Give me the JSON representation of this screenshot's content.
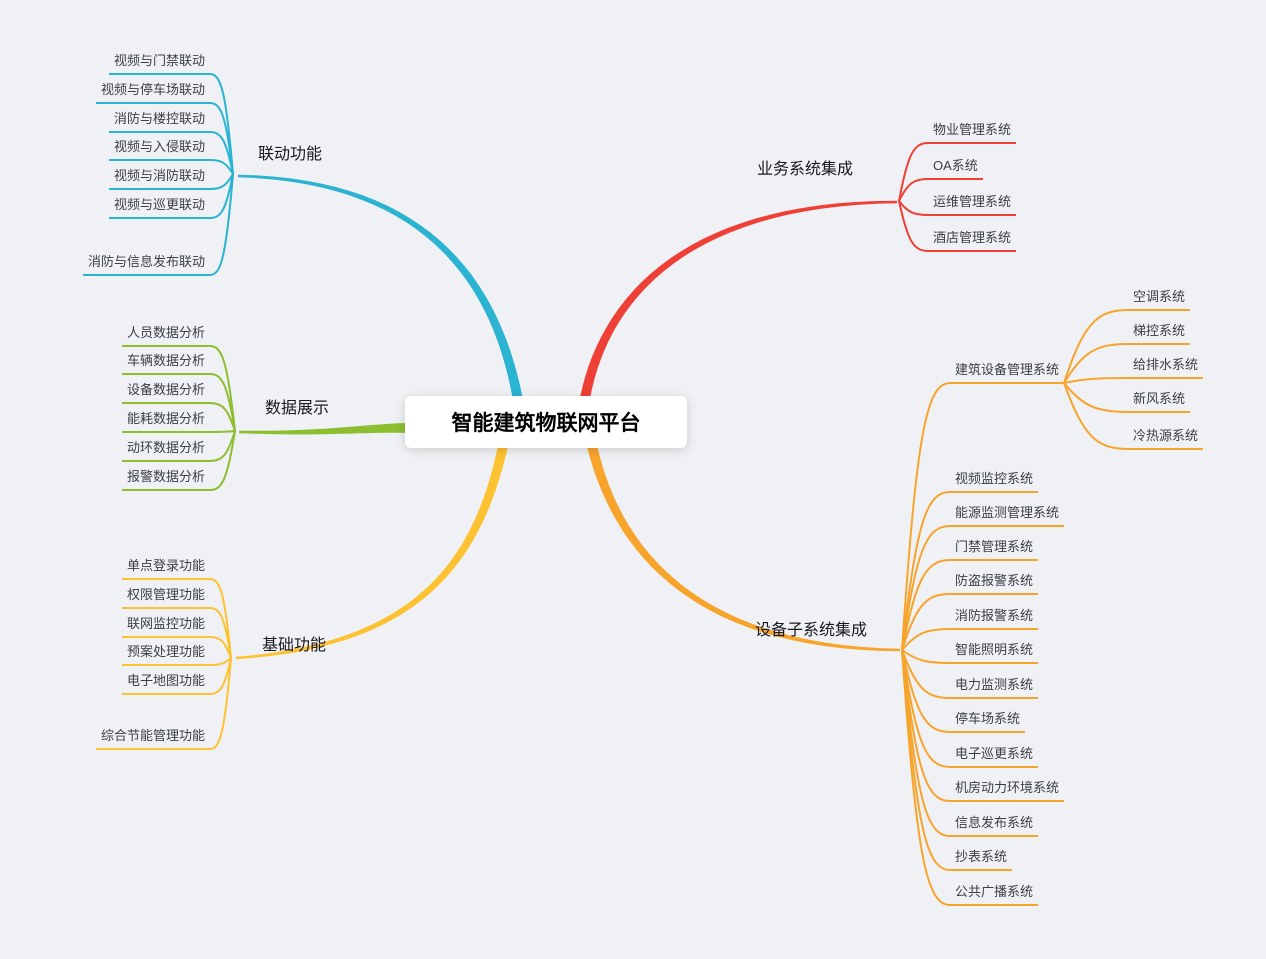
{
  "canvas_background": "#f0f1f4",
  "center": {
    "label": "智能建筑物联网平台"
  },
  "branches": [
    {
      "label": "联动功能",
      "color": "#2bb3d2",
      "children": [
        {
          "label": "视频与门禁联动"
        },
        {
          "label": "视频与停车场联动"
        },
        {
          "label": "消防与楼控联动"
        },
        {
          "label": "视频与入侵联动"
        },
        {
          "label": "视频与消防联动"
        },
        {
          "label": "视频与巡更联动"
        },
        {
          "label": "消防与信息发布联动"
        }
      ]
    },
    {
      "label": "数据展示",
      "color": "#8cbe2f",
      "children": [
        {
          "label": "人员数据分析"
        },
        {
          "label": "车辆数据分析"
        },
        {
          "label": "设备数据分析"
        },
        {
          "label": "能耗数据分析"
        },
        {
          "label": "动环数据分析"
        },
        {
          "label": "报警数据分析"
        }
      ]
    },
    {
      "label": "基础功能",
      "color": "#fdc231",
      "children": [
        {
          "label": "单点登录功能"
        },
        {
          "label": "权限管理功能"
        },
        {
          "label": "联网监控功能"
        },
        {
          "label": "预案处理功能"
        },
        {
          "label": "电子地图功能"
        },
        {
          "label": "综合节能管理功能"
        }
      ]
    },
    {
      "label": "业务系统集成",
      "color": "#ee4036",
      "children": [
        {
          "label": "物业管理系统"
        },
        {
          "label": "OA系统"
        },
        {
          "label": "运维管理系统"
        },
        {
          "label": "酒店管理系统"
        }
      ]
    },
    {
      "label": "设备子系统集成",
      "color": "#f7a42c",
      "children": [
        {
          "label": "建筑设备管理系统",
          "children": [
            {
              "label": "空调系统"
            },
            {
              "label": "梯控系统"
            },
            {
              "label": "给排水系统"
            },
            {
              "label": "新风系统"
            },
            {
              "label": "冷热源系统"
            }
          ]
        },
        {
          "label": "视频监控系统"
        },
        {
          "label": "能源监测管理系统"
        },
        {
          "label": "门禁管理系统"
        },
        {
          "label": "防盗报警系统"
        },
        {
          "label": "消防报警系统"
        },
        {
          "label": "智能照明系统"
        },
        {
          "label": "电力监测系统"
        },
        {
          "label": "停车场系统"
        },
        {
          "label": "电子巡更系统"
        },
        {
          "label": "机房动力环境系统"
        },
        {
          "label": "信息发布系统"
        },
        {
          "label": "抄表系统"
        },
        {
          "label": "公共广播系统"
        }
      ]
    }
  ]
}
